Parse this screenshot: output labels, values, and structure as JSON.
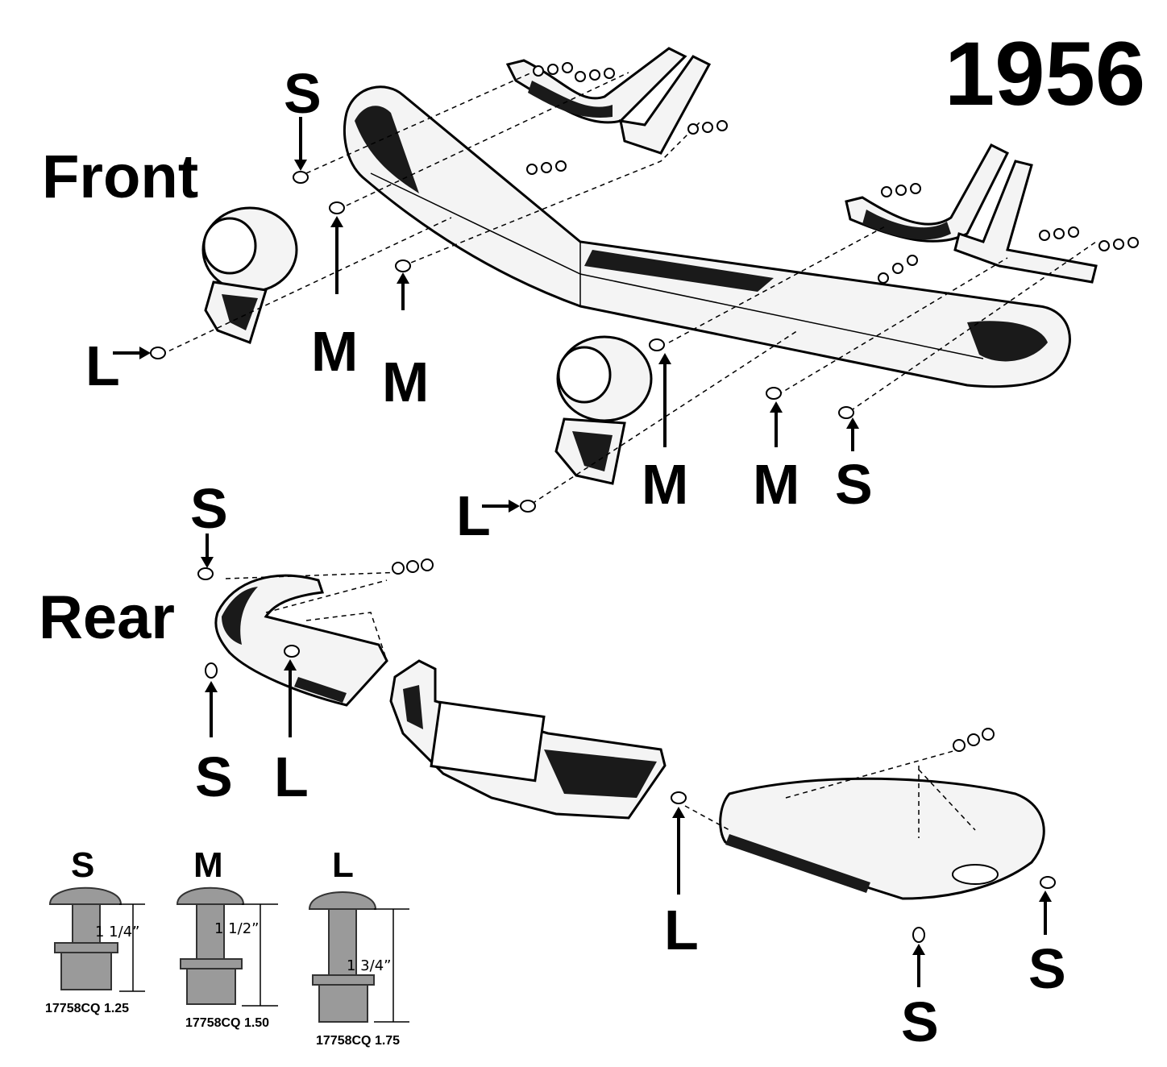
{
  "year": "1956",
  "sections": {
    "front": "Front",
    "rear": "Rear"
  },
  "labels": {
    "front_s_top": "S",
    "front_l_left": "L",
    "front_m_1": "M",
    "front_m_2": "M",
    "front_l_mid": "L",
    "front_m_3": "M",
    "front_m_4": "M",
    "front_s_right": "S",
    "rear_s_top": "S",
    "rear_s_bottom": "S",
    "rear_l_left": "L",
    "rear_l_center": "L",
    "rear_s_low": "S",
    "rear_s_far": "S"
  },
  "bolts": [
    {
      "size": "S",
      "dimension": "1  1/4”",
      "part_number": "17758CQ 1.25"
    },
    {
      "size": "M",
      "dimension": "1  1/2”",
      "part_number": "17758CQ 1.50"
    },
    {
      "size": "L",
      "dimension": "1  3/4”",
      "part_number": "17758CQ 1.75"
    }
  ]
}
